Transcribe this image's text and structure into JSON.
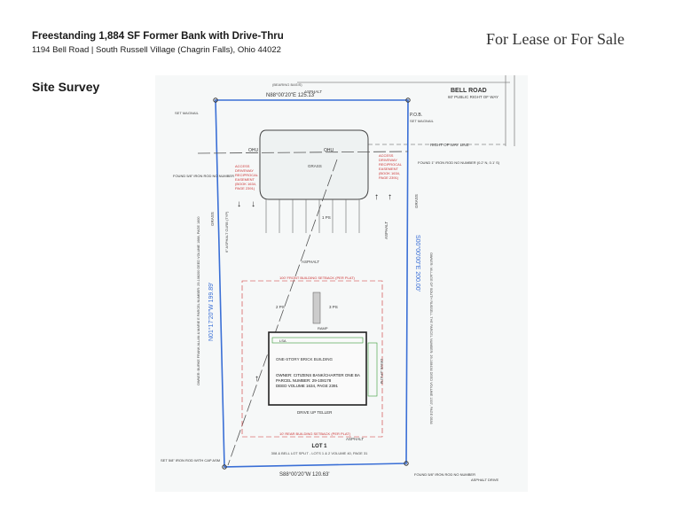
{
  "header": {
    "title": "Freestanding 1,884 SF Former Bank with Drive-Thru",
    "subtitle": "1194 Bell Road  |  South Russell Village (Chagrin Falls), Ohio 44022",
    "status": "For Lease or For Sale"
  },
  "section": {
    "title": "Site Survey"
  },
  "survey": {
    "road": "BELL ROAD",
    "road_row": "60' PUBLIC RIGHT OF WAY",
    "row_line": "RIGHT OF WAY LINE",
    "north_bearing": "N88°00'20\"E  125.13'",
    "bearing_basis": "(BEARING BASIS)",
    "south_bearing": "S88°00'20\"W  120.63'",
    "west_bearing": "N01°17'20\"W  199.89'",
    "east_bearing": "S00°00'00\"E  200.00'",
    "pob": "P.O.B.",
    "set_mag_nail": "SET MAGNAIL",
    "found_iron_ne": "FOUND 1\" IRON ROD NO NUMBER (0.2' N, 0.1' S)",
    "found_iron_nw": "FOUND 5/8\" IRON ROD NO NUMBER",
    "set_iron_sw": "SET 5/8\" IRON ROD WITH CAP ASM",
    "found_iron_se": "FOUND 5/8\" IRON ROD NO NUMBER",
    "asphalt": "ASPHALT",
    "grass": "GRASS",
    "ohu": "OHU",
    "easement_left": "ACCESS DRIVEWAY RECIPROCAL EASEMENT (BOOK 1634, PAGE 2391)",
    "easement_right": "ACCESS DRIVEWAY RECIPROCAL EASEMENT (BOOK 1634, PAGE 2391)",
    "front_setback": "100' FRONT BUILDING SETBACK (PER PLAT)",
    "rear_setback": "10' REAR BUILDING SETBACK (PER PLAT)",
    "building": "ONE-STORY BRICK BUILDING",
    "owner_label": "OWNER: CITIZENS BANK/CHARTER ONE BA",
    "parcel": "PARCEL NUMBER: 29-108178",
    "deed": "DEED VOLUME 1634, PAGE 2391",
    "drive_up": "DRIVE UP TELLER",
    "lot": "LOT 1",
    "lot_sub": "308 & BELL LOT SPLIT - LOTS 1 & 2 VOLUME 40, PAGE 31",
    "west_owner": "OWNER: BURKE FRANK ALLAN & MARIE E PARCEL NUMBER: 29-108200 DEED VOLUME 1688, PAGE 1600",
    "east_owner": "OWNER: VILLAGE OF SOUTH RUSSELL THE PARCEL NUMBER: 29-108436 DEED VOLUME 1337, PAGE 0536",
    "asphalt_drive": "ASPHALT DRIVE",
    "lsa": "LSA",
    "ramp": "RAMP",
    "ps2": "2 PS",
    "ps3": "3 PS",
    "ps1": "1 PS",
    "curb_note": "6\" ASPHALT CURB (TYP)",
    "canopy": "DRIVE-UP ATM"
  }
}
